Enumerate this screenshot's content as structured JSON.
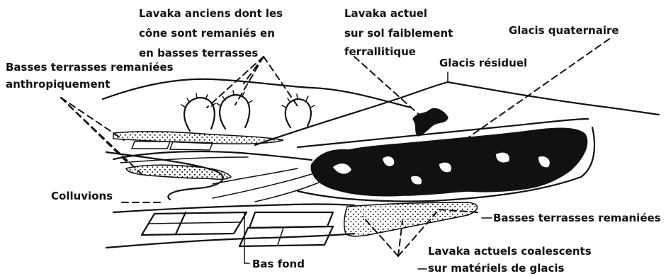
{
  "diagram": {
    "labels": {
      "lavaka_anciens_1": "Lavaka anciens dont les",
      "lavaka_anciens_2": "cône sont remaniés en",
      "lavaka_anciens_3": "en basses terrasses",
      "lavaka_actuel_1": "Lavaka actuel",
      "lavaka_actuel_2": "sur sol faiblement",
      "lavaka_actuel_3": "ferrallitique",
      "glacis_quaternaire": "Glacis quaternaire",
      "glacis_residuel": "Glacis résiduel",
      "basses_terrasses_anthropo_1": "Basses terrasses remaniées",
      "basses_terrasses_anthropo_2": "anthropiquement",
      "colluvions": "Colluvions",
      "basses_terrasses_remaniees": "Basses terrasses remaniées",
      "lavaka_coalescents_1": "Lavaka actuels coalescents",
      "lavaka_coalescents_2": "sur matériels de glacis",
      "bas_fond": "Bas fond"
    },
    "ink_color": "#111111",
    "background_color": "#ffffff"
  }
}
